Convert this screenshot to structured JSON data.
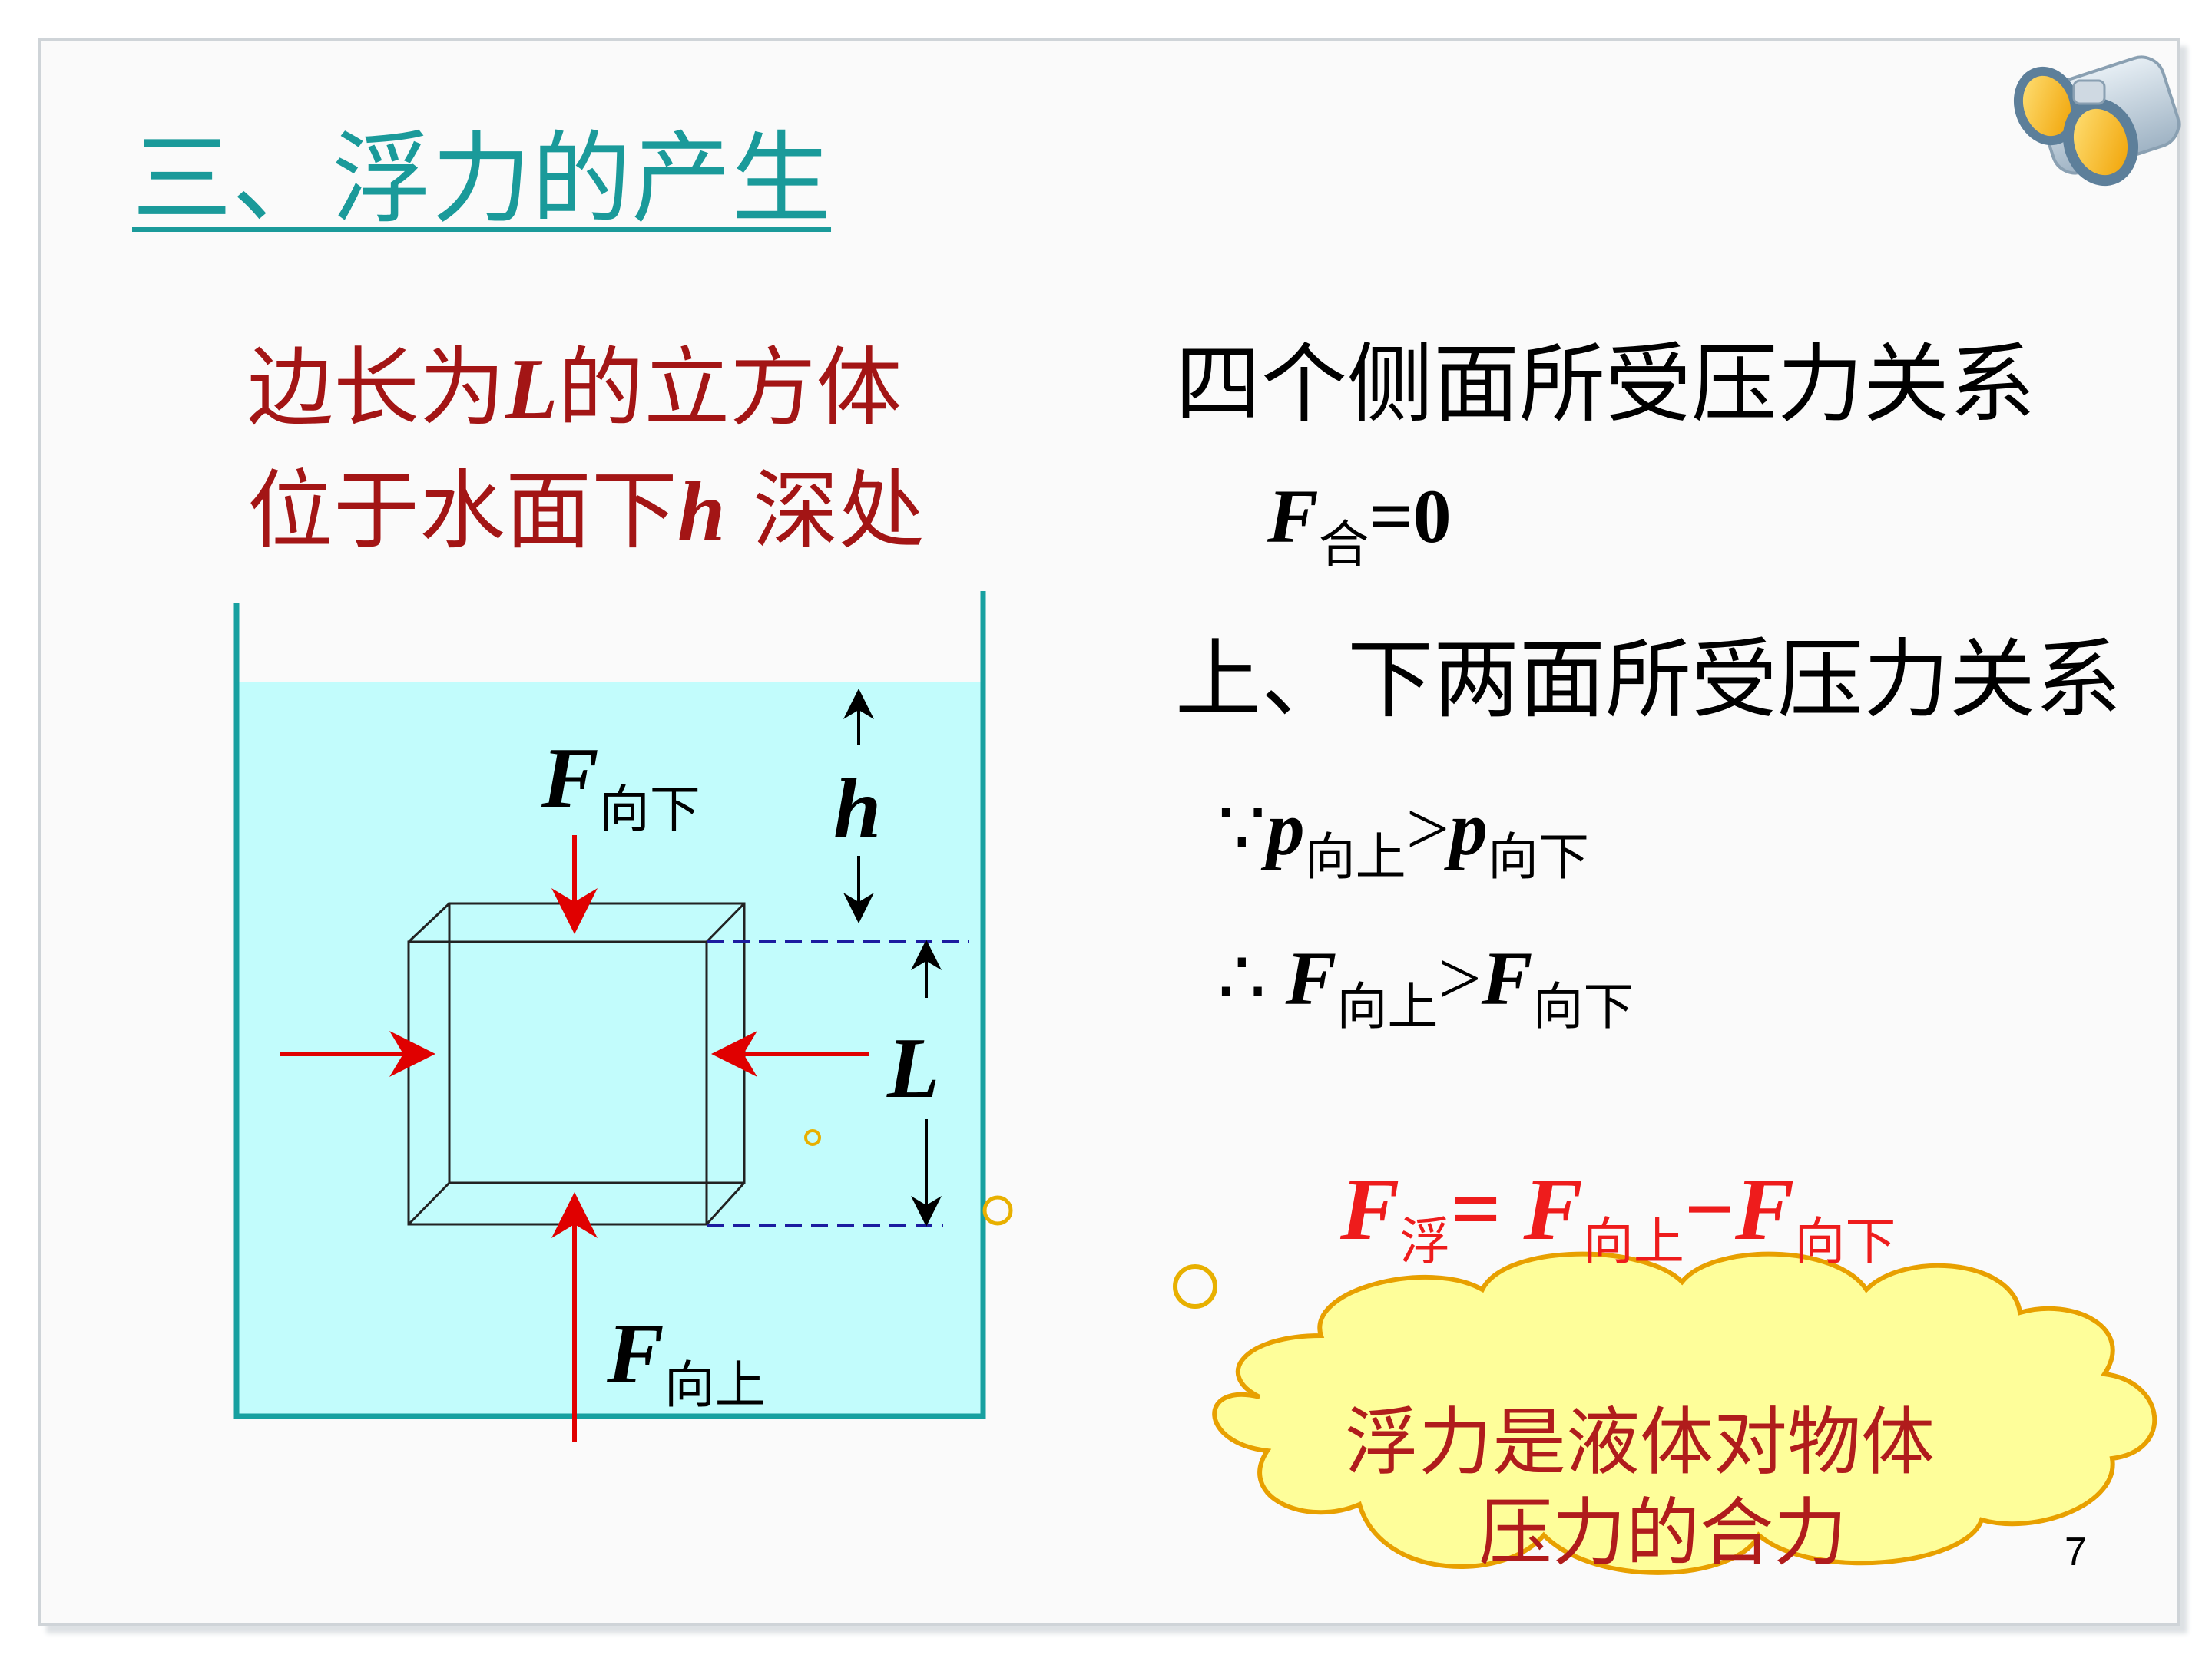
{
  "title": "三、浮力的产生",
  "cube_desc": {
    "line1_pre": "边长为",
    "line1_var": "L",
    "line1_post": "的立方体",
    "line2_pre": "位于水面下",
    "line2_var": "h",
    "line2_post": " 深处"
  },
  "diagram": {
    "f_down_var": "F",
    "f_down_sub": "向下",
    "f_up_var": "F",
    "f_up_sub": "向上",
    "depth_label": "h",
    "side_label": "L"
  },
  "side_faces_heading": "四个侧面所受压力关系",
  "net_force": {
    "var": "F",
    "sub": "合",
    "rest": "=0"
  },
  "top_bottom_heading": "上、下两面所受压力关系",
  "because": {
    "sym": "∵",
    "var1": "p",
    "sub1": "向上",
    "op": ">",
    "var2": "p",
    "sub2": "向下"
  },
  "therefore": {
    "sym": "∴",
    "var1": "F",
    "sub1": "向上",
    "op": ">",
    "var2": "F",
    "sub2": "向下"
  },
  "buoyancy_formula": {
    "var1": "F",
    "sub1": "浮",
    "eq": "=",
    "var2": "F",
    "sub2": "向上",
    "minus": "−",
    "var3": "F",
    "sub3": "向下"
  },
  "cloud": {
    "line1": "浮力是液体对物体",
    "line2": "压力的合力"
  },
  "page_number": "7",
  "colors": {
    "title": "#1a9a9a",
    "desc_red": "#a31515",
    "water": "#c2fcfc",
    "arrow": "#e00000",
    "dash": "#1c1ca0",
    "cloud_fill": "#fefe9a",
    "cloud_stroke": "#e8a000",
    "formula": "#ee1c1c"
  },
  "icons": {
    "corner": "binoculars-icon"
  }
}
